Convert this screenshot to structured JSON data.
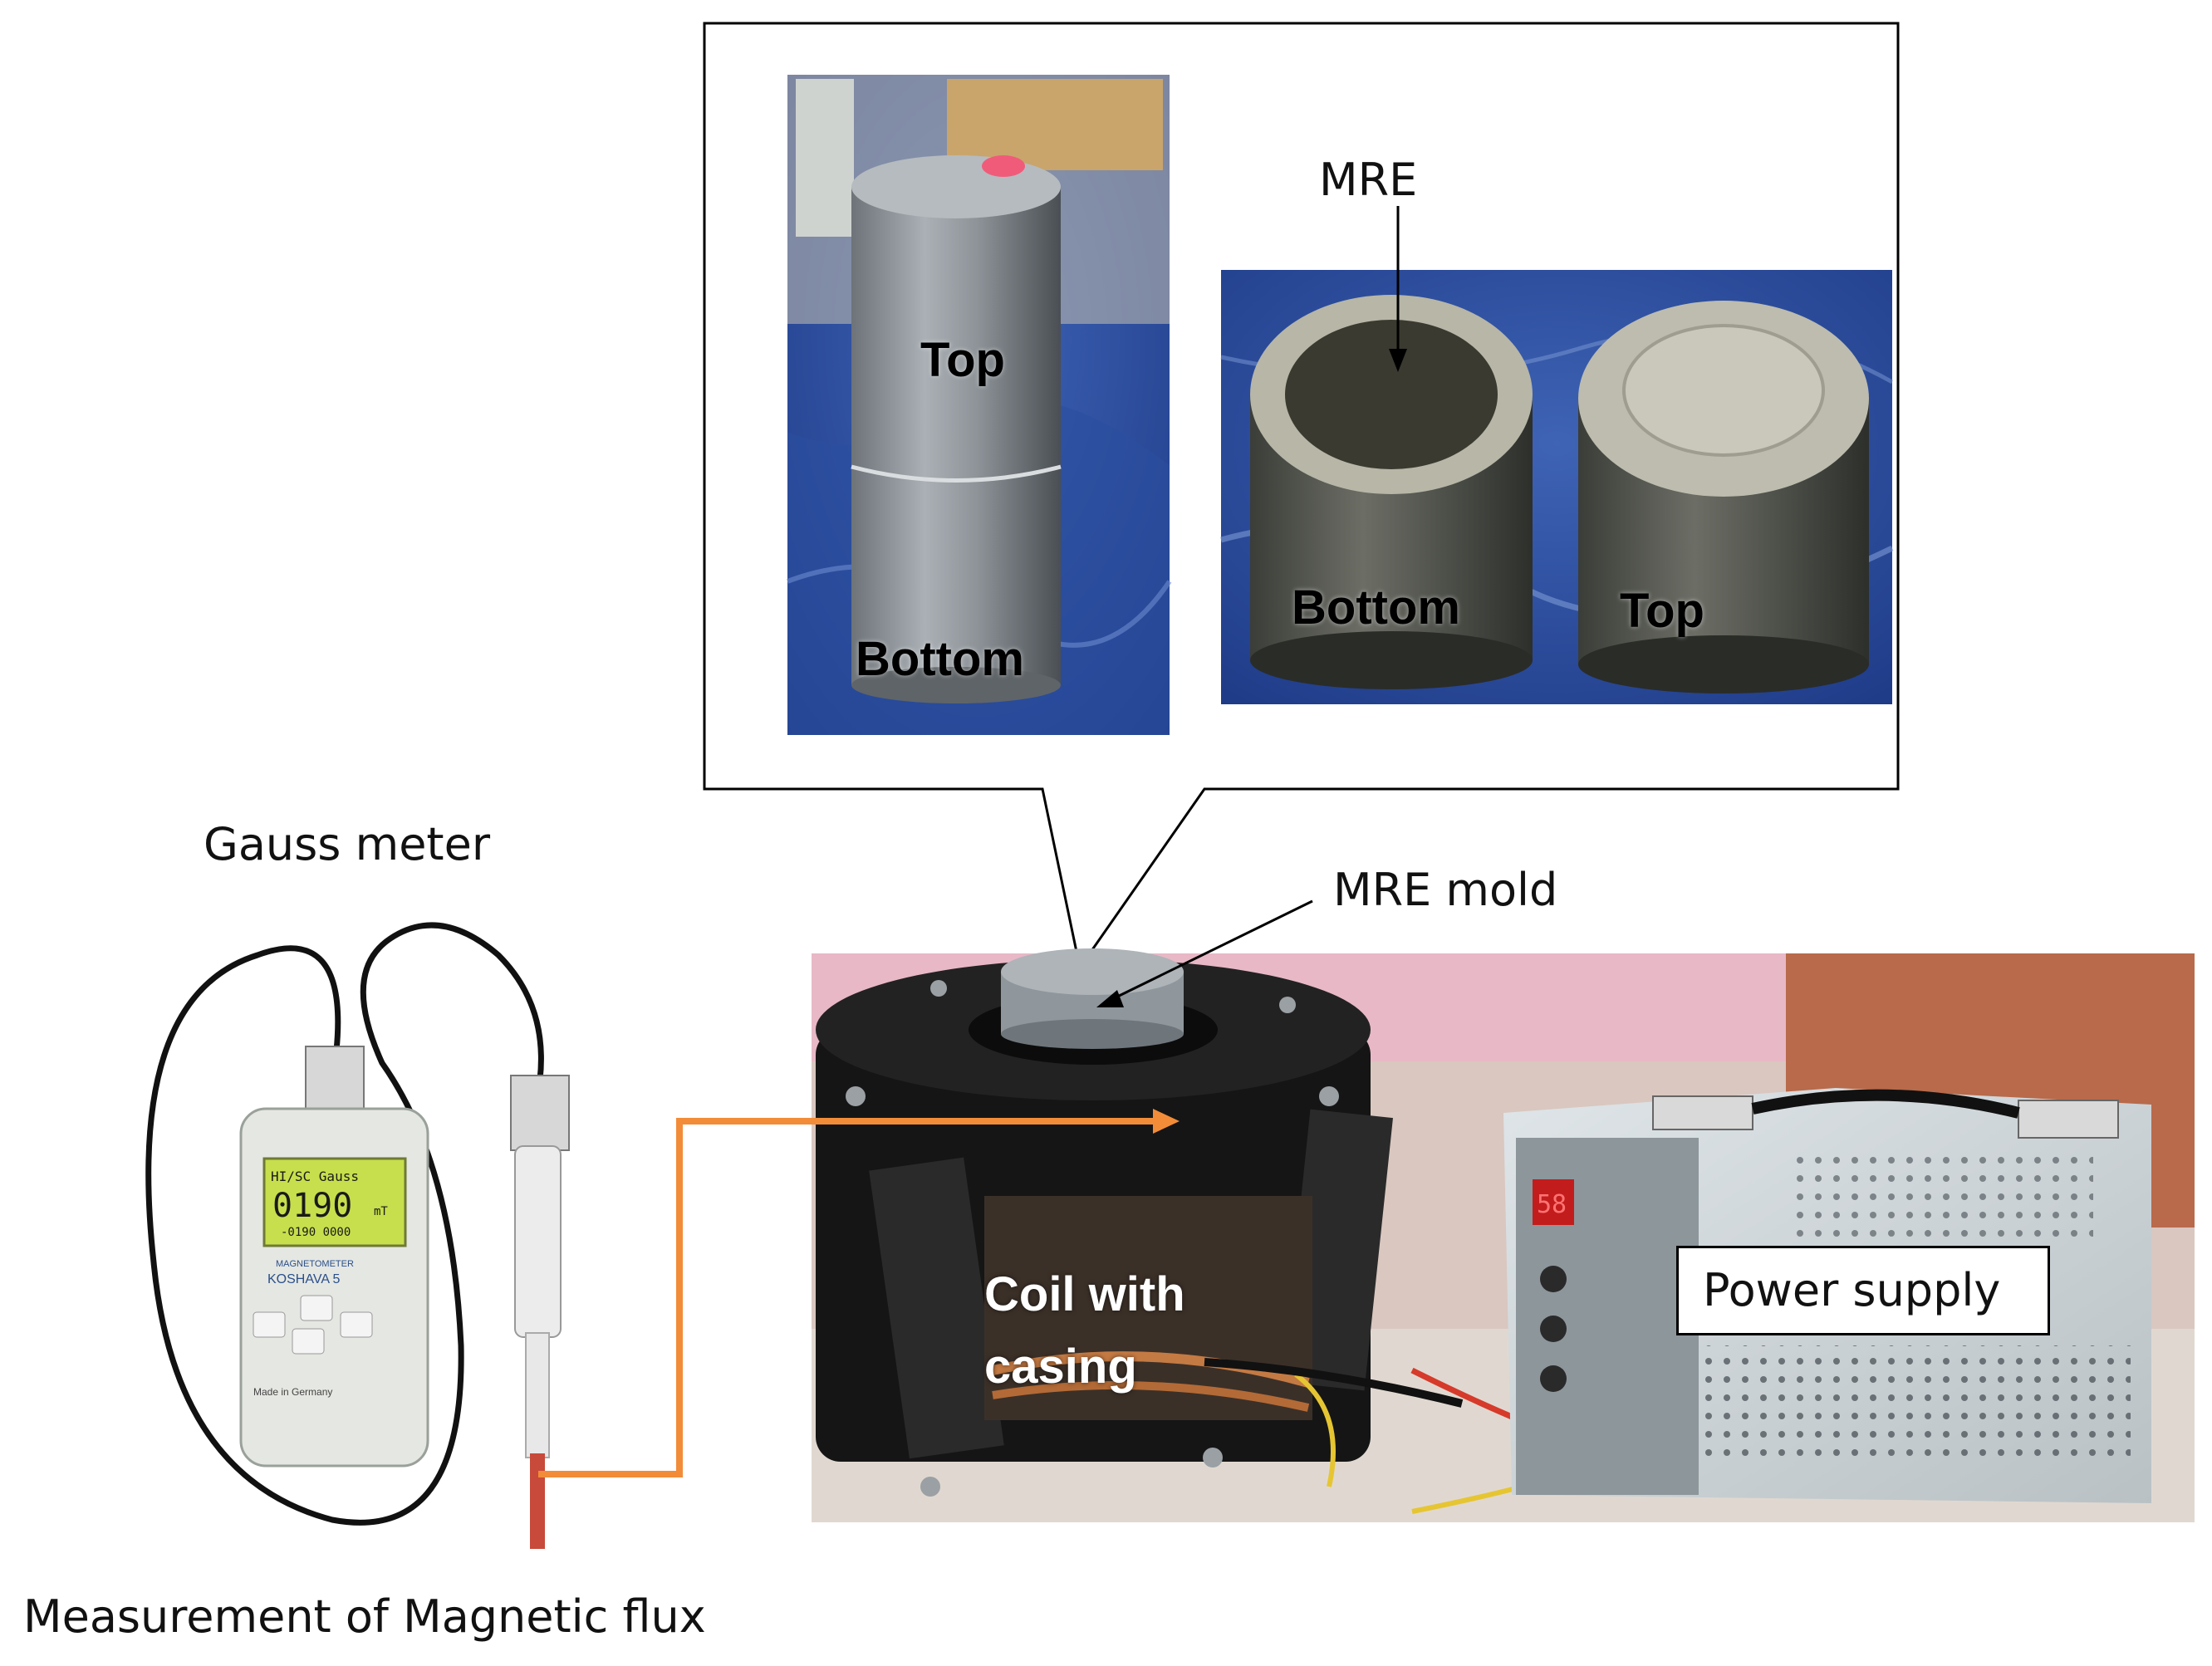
{
  "labels": {
    "gauss_meter": "Gauss meter",
    "measurement": "Measurement  of Magnetic flux",
    "mre_mold": "MRE mold",
    "mre": "MRE",
    "top_1": "Top",
    "bottom_1": "Bottom",
    "bottom_2": "Bottom",
    "top_2": "Top",
    "coil_line1": "Coil with",
    "coil_line2": "casing",
    "power_supply": "Power supply"
  },
  "device": {
    "display_top": "HI/SC Gauss",
    "display_value": "0190",
    "display_unit": "mT",
    "display_bottom": "-0190 0000",
    "model_line1": "MAGNETOMETER",
    "model_line2": "KOSHAVA 5",
    "made_in": "Made in Germany"
  },
  "psu_display": "58",
  "colors": {
    "callout_line": "#000000",
    "orange_connector": "#f28c38",
    "background": "#ffffff"
  }
}
